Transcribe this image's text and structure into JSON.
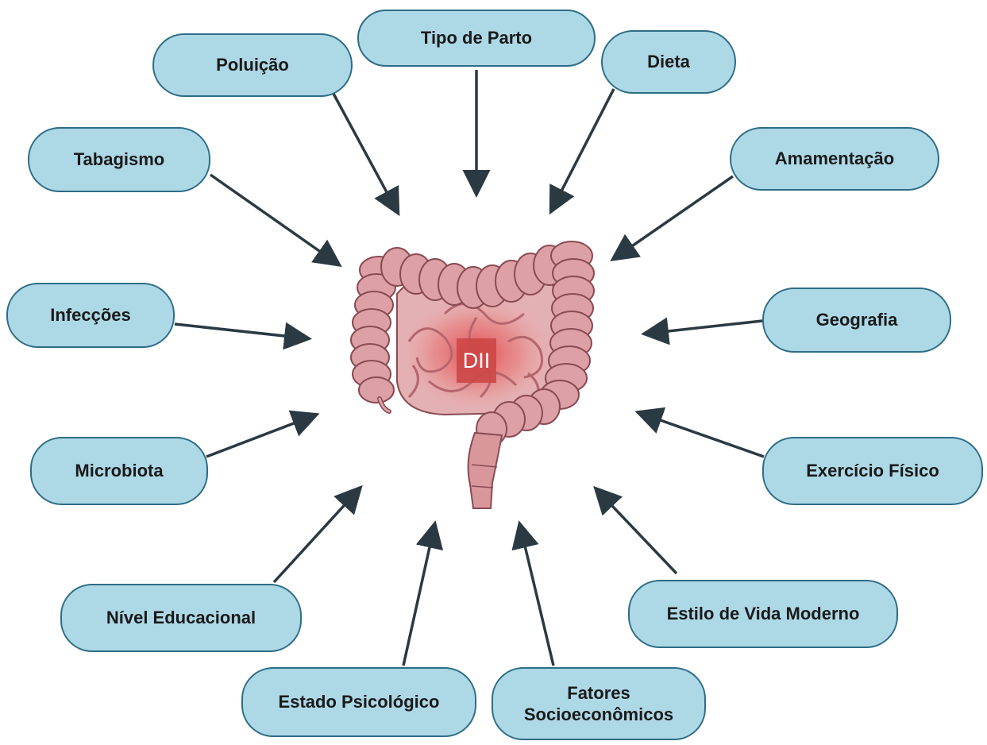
{
  "center": {
    "label": "DII"
  },
  "factors": {
    "tipo_de_parto": "Tipo de Parto",
    "poluicao": "Poluição",
    "dieta": "Dieta",
    "tabagismo": "Tabagismo",
    "amamentacao": "Amamentação",
    "infeccoes": "Infecções",
    "geografia": "Geografia",
    "microbiota": "Microbiota",
    "exercicio_fisico": "Exercício Físico",
    "nivel_educacional": "Nível Educacional",
    "estilo_de_vida_moderno": "Estilo de Vida Moderno",
    "estado_psicologico": "Estado Psicológico",
    "fatores_socioeconomicos_line1": "Fatores",
    "fatores_socioeconomicos_line2": "Socioeconômicos"
  },
  "colors": {
    "box_fill": "#add8e6",
    "box_border": "#2e6d86",
    "arrow": "#2b3a42",
    "intestine": "#d9979c",
    "inflammation": "#e14646"
  }
}
